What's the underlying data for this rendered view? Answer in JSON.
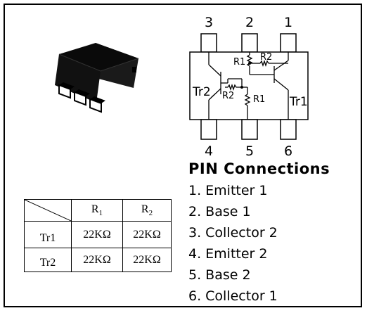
{
  "schematic": {
    "pins_top": [
      "3",
      "2",
      "1"
    ],
    "pins_bottom": [
      "4",
      "5",
      "6"
    ],
    "labels": {
      "r1_top": "R1",
      "r2_top": "R2",
      "r2_bottom": "R2",
      "r1_bottom": "R1",
      "tr1": "Tr1",
      "tr2": "Tr2"
    }
  },
  "pin_connections": {
    "title": "PIN Connections",
    "items": [
      "1. Emitter 1",
      "2. Base 1",
      "3. Collector 2",
      "4. Emitter 2",
      "5. Base 2",
      "6. Collector 1"
    ]
  },
  "resistor_table": {
    "columns": [
      {
        "main": "R",
        "sub": "1"
      },
      {
        "main": "R",
        "sub": "2"
      }
    ],
    "rows": [
      {
        "label": "Tr1",
        "values": [
          "22KΩ",
          "22KΩ"
        ]
      },
      {
        "label": "Tr2",
        "values": [
          "22KΩ",
          "22KΩ"
        ]
      }
    ]
  }
}
